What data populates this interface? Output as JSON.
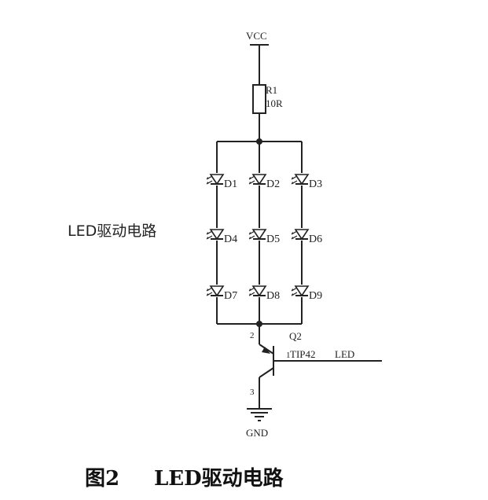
{
  "vcc_label": "VCC",
  "gnd_label": "GND",
  "resistor": {
    "ref": "R1",
    "value": "10R"
  },
  "side_label": "LED驱动电路",
  "leds": [
    {
      "ref": "D1"
    },
    {
      "ref": "D2"
    },
    {
      "ref": "D3"
    },
    {
      "ref": "D4"
    },
    {
      "ref": "D5"
    },
    {
      "ref": "D6"
    },
    {
      "ref": "D7"
    },
    {
      "ref": "D8"
    },
    {
      "ref": "D9"
    }
  ],
  "transistor": {
    "ref": "Q2",
    "part": "TIP42",
    "pin1": "1",
    "pin2": "2",
    "pin3": "3"
  },
  "net_label": "LED",
  "caption": {
    "number": "图2",
    "text": "LED驱动电路"
  }
}
